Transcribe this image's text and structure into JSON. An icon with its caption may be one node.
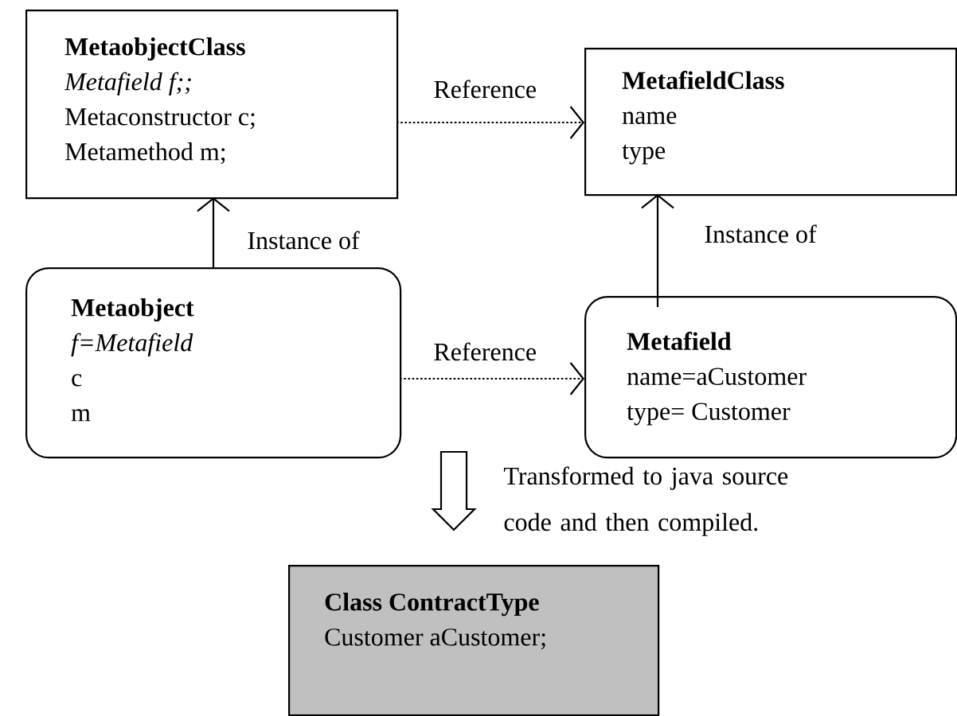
{
  "diagram": {
    "nodes": [
      {
        "text": [
          "MetaobjectClass",
          "Metafield f;;",
          "Metaconstructor c;",
          "Metamethod m;"
        ]
      },
      {
        "text": [
          "MetafieldClass",
          "name",
          "type"
        ]
      },
      {
        "text": [
          "Metaobject",
          "f=Metafield",
          "c",
          "m"
        ]
      },
      {
        "text": [
          "Metafield",
          "name=aCustomer",
          "type= Customer"
        ]
      },
      {
        "text": [
          "Class ContractType",
          "Customer aCustomer;"
        ]
      }
    ],
    "edges": [
      {
        "from": 2,
        "to": 0,
        "arrow": "to",
        "label": "Instance of"
      },
      {
        "from": 3,
        "to": 1,
        "arrow": "to",
        "label": "Instance of"
      },
      {
        "from": 0,
        "to": 1,
        "arrow": "to",
        "label": "Reference",
        "style": "dashed"
      },
      {
        "from": 2,
        "to": 3,
        "arrow": "to",
        "label": "Reference",
        "style": "dashed"
      },
      {
        "from": null,
        "to": 4,
        "arrow": "to",
        "label": "Transformed to java source code and then compiled."
      }
    ]
  }
}
